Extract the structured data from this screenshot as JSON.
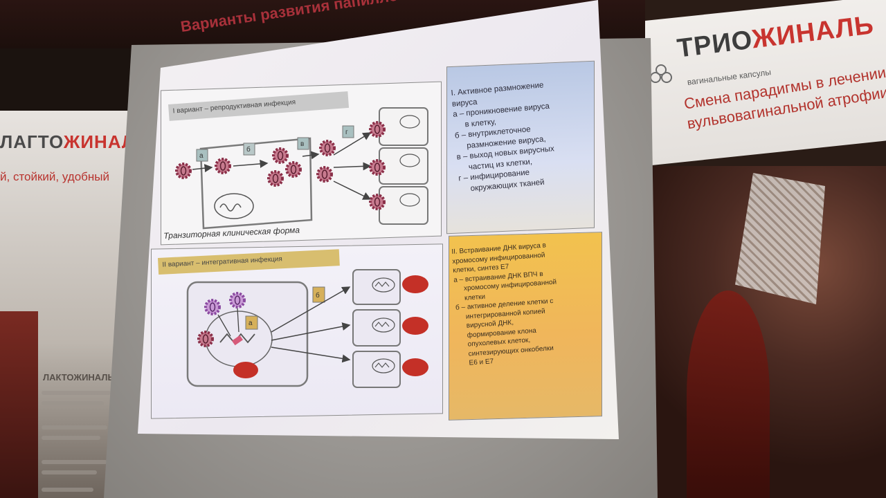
{
  "left_banner": {
    "logo_text": "ЛАГТО",
    "logo_accent": "ЖИНАЛЬ",
    "tagline": "й, стойкий, удобный",
    "inner_title": "ЛАКТОЖИНАЛЬ"
  },
  "right_banner": {
    "logo_text": "ТРИО",
    "logo_accent": "ЖИНАЛЬ",
    "subtitle": "вагинальные капсулы",
    "slogan_line1": "Смена парадигмы в лечении",
    "slogan_line2": "вульвовагинальной атрофии"
  },
  "slide": {
    "title": "Варианты развития папилломавирусной инфекции",
    "variant1_label": "I вариант – репродуктивная инфекция",
    "variant2_label": "II вариант – интегративная инфекция",
    "caption": "Транзиторная клиническая форма",
    "steps": {
      "a": "а",
      "b": "б",
      "v": "в",
      "g": "г"
    },
    "info1": "I. Активное размножение\nвируса\nа – проникновение вируса\n     в клетку,\nб – внутриклеточное\n     размножение вируса,\nв – выход новых вирусных\n     частиц из клетки,\nг – инфицирование\n     окружающих тканей",
    "info2": "II. Встраивание ДНК вируса в\nхромосому инфицированной\nклетки, синтез Е7\nа – встраивание ДНК ВПЧ в\n     хромосому инфицированной\n     клетки\nб – активное деление клетки с\n     интегрированной копией\n     вирусной ДНК,\n     формирование клона\n     опухолевых клеток,\n     синтезирующих онкобелки\n     Е6 и Е7"
  },
  "colors": {
    "title": "#a8313a",
    "virus": "#9b3a52",
    "info1_bg": "#c4d1ea",
    "info2_bg": "#f0bd55",
    "oncoprotein": "#c43027"
  }
}
